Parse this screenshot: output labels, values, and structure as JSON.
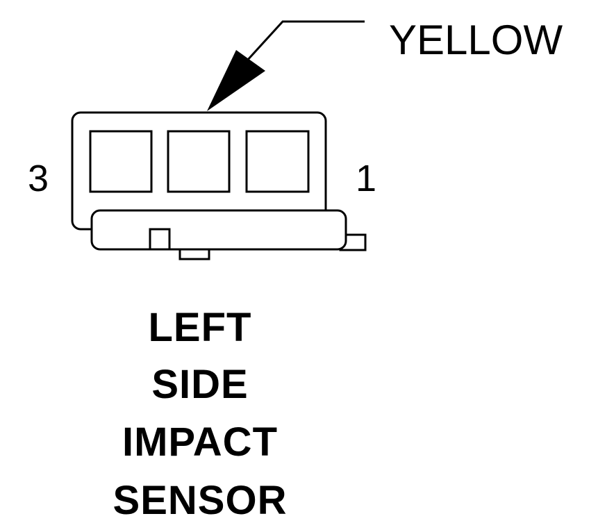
{
  "diagram": {
    "callout": {
      "label": "YELLOW",
      "icon": "arrow-pointer-icon"
    },
    "connector": {
      "icon": "three-pin-connector-icon",
      "pin_left_label": "3",
      "pin_right_label": "1",
      "cavity_count": 3
    },
    "title_lines": [
      "LEFT",
      "SIDE",
      "IMPACT",
      "SENSOR"
    ],
    "colors": {
      "stroke": "#000000",
      "background": "#ffffff"
    }
  }
}
